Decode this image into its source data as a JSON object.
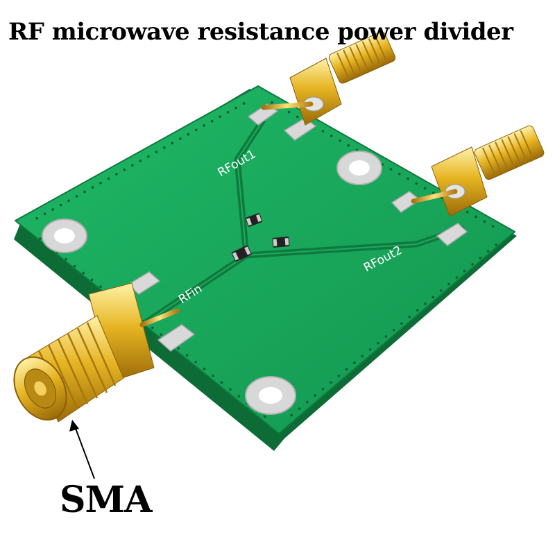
{
  "title": "RF microwave resistance power divider",
  "callout_label": "SMA",
  "board": {
    "port_input": "RFin",
    "port_output_1": "RFout1",
    "port_output_2": "RFout2"
  },
  "colors": {
    "pcb": "#1aa85a",
    "trace": "#0f7a3e",
    "gold": "#e0b020",
    "silk": "#ffffff"
  }
}
